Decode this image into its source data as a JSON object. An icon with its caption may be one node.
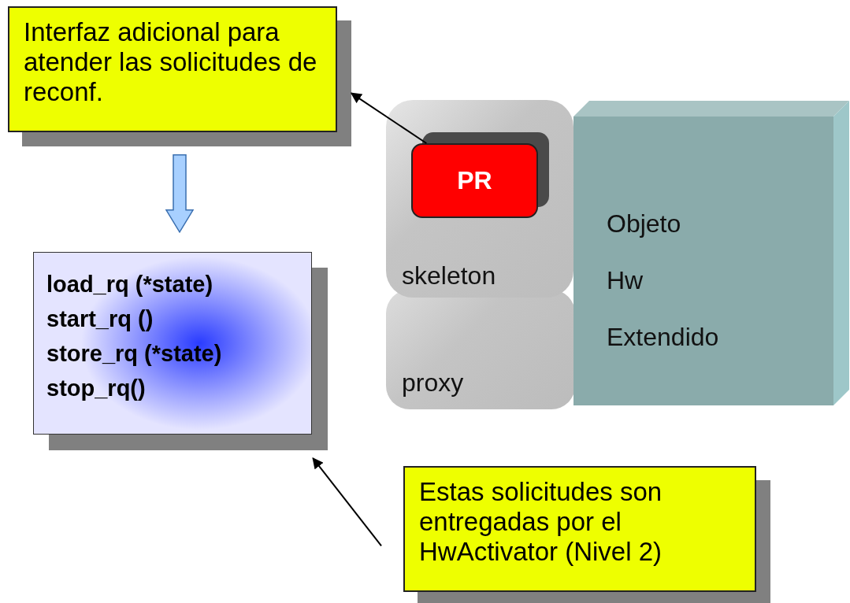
{
  "diagram": {
    "nodes": [
      {
        "text": [
          "Interfaz adicional para atender las solicitudes de reconf."
        ]
      },
      {
        "text": [
          "load_rq (*state)",
          "start_rq ()",
          "store_rq (*state)",
          "stop_rq()"
        ]
      },
      {
        "text": [
          "skeleton"
        ]
      },
      {
        "text": [
          "PR"
        ],
        "in": 2
      },
      {
        "text": [
          "proxy"
        ]
      },
      {
        "text": [
          "Objeto",
          "Hw",
          "Extendido"
        ]
      },
      {
        "text": [
          "Estas solicitudes son entregadas por el HwActivator (Nivel 2)"
        ]
      }
    ],
    "edges": [
      {
        "from": 3,
        "to": 0,
        "arrow": "to"
      },
      {
        "from": 0,
        "to": 1,
        "arrow": "to",
        "style": "thick",
        "color": "#a8d0ff"
      },
      {
        "from": 6,
        "to": 1,
        "arrow": "to"
      }
    ]
  }
}
